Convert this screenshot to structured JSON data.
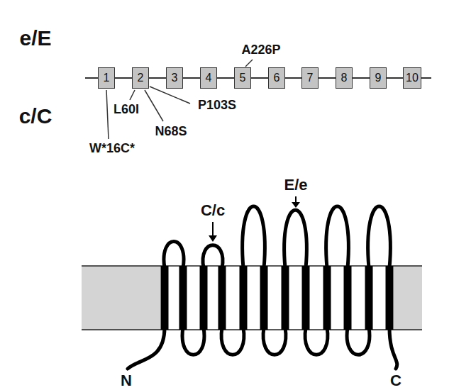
{
  "diagram": {
    "nodes": [
      {
        "text": [
          "1"
        ]
      },
      {
        "text": [
          "2"
        ]
      },
      {
        "text": [
          "3"
        ]
      },
      {
        "text": [
          "4"
        ]
      },
      {
        "text": [
          "5"
        ]
      },
      {
        "text": [
          "6"
        ]
      },
      {
        "text": [
          "7"
        ]
      },
      {
        "text": [
          "8"
        ]
      },
      {
        "text": [
          "9"
        ]
      },
      {
        "text": [
          "10"
        ]
      }
    ],
    "edges": [
      {
        "from": 0,
        "to": 1,
        "arrow": "none"
      },
      {
        "from": 1,
        "to": 2,
        "arrow": "none"
      },
      {
        "from": 2,
        "to": 3,
        "arrow": "none"
      },
      {
        "from": 3,
        "to": 4,
        "arrow": "none"
      },
      {
        "from": 4,
        "to": 5,
        "arrow": "none"
      },
      {
        "from": 5,
        "to": 6,
        "arrow": "none"
      },
      {
        "from": 6,
        "to": 7,
        "arrow": "none"
      },
      {
        "from": 7,
        "to": 8,
        "arrow": "none"
      },
      {
        "from": 8,
        "to": 9,
        "arrow": "none"
      }
    ],
    "labels": [
      "e/E",
      "A226P",
      "c/C",
      "L60I",
      "P103S",
      "N68S",
      "W*16C*",
      "C/c",
      "E/e",
      "N",
      "C"
    ]
  }
}
